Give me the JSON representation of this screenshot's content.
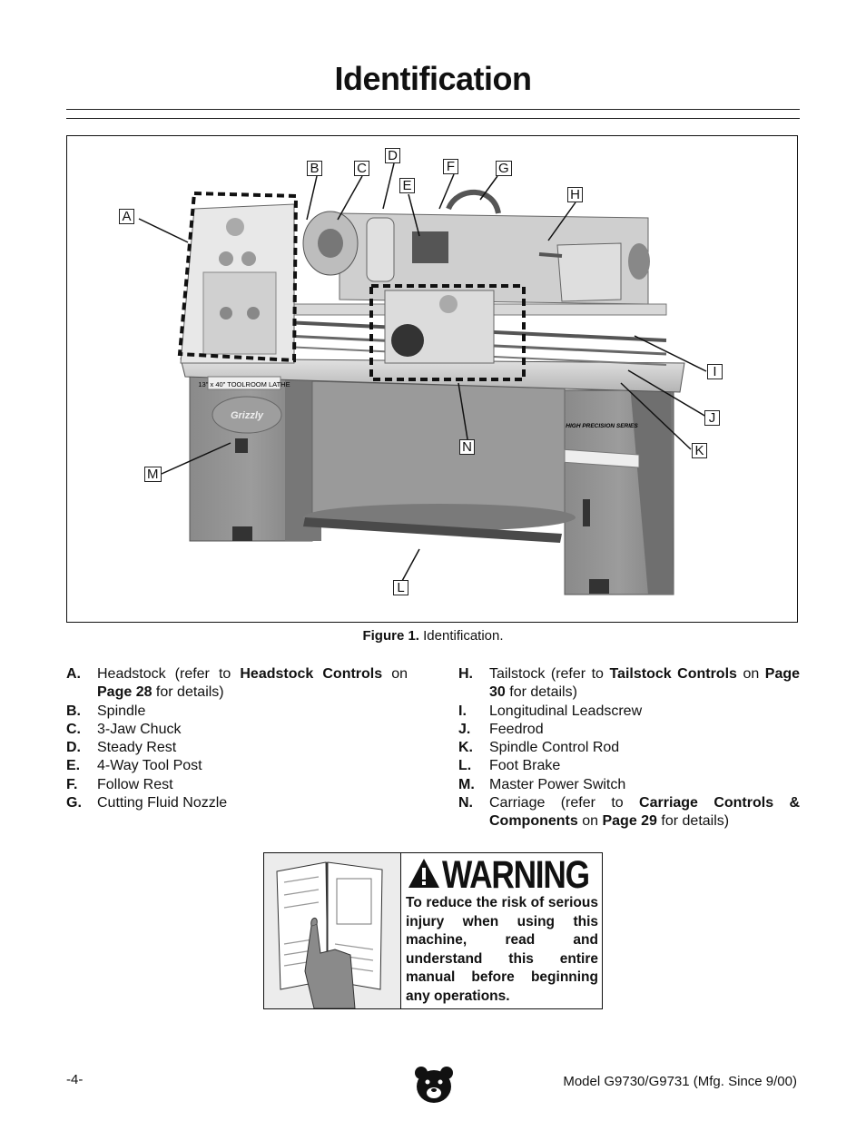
{
  "page": {
    "title": "Identification",
    "figure_caption_label": "Figure 1.",
    "figure_caption_text": "Identification."
  },
  "figure": {
    "callouts": [
      "A",
      "B",
      "C",
      "D",
      "E",
      "F",
      "G",
      "H",
      "I",
      "J",
      "K",
      "L",
      "M",
      "N"
    ],
    "machine_plate_text": "13\" x 40\" TOOLROOM LATHE",
    "brand_badge": "Grizzly",
    "series_badge": "HIGH PRECISION SERIES"
  },
  "parts_left": [
    {
      "letter": "A.",
      "pre": "Headstock (refer to ",
      "b1": "Headstock Controls",
      "mid": " on ",
      "b2": "Page 28",
      "post": " for details)"
    },
    {
      "letter": "B.",
      "pre": "Spindle"
    },
    {
      "letter": "C.",
      "pre": "3-Jaw Chuck"
    },
    {
      "letter": "D.",
      "pre": "Steady Rest"
    },
    {
      "letter": "E.",
      "pre": "4-Way Tool Post"
    },
    {
      "letter": "F.",
      "pre": "Follow Rest"
    },
    {
      "letter": "G.",
      "pre": "Cutting Fluid Nozzle"
    }
  ],
  "parts_right": [
    {
      "letter": "H.",
      "pre": "Tailstock (refer to ",
      "b1": "Tailstock Controls",
      "mid": " on ",
      "b2": "Page 30",
      "post": " for details)"
    },
    {
      "letter": "I.",
      "pre": "Longitudinal Leadscrew"
    },
    {
      "letter": "J.",
      "pre": "Feedrod"
    },
    {
      "letter": "K.",
      "pre": "Spindle Control Rod"
    },
    {
      "letter": "L.",
      "pre": "Foot Brake"
    },
    {
      "letter": "M.",
      "pre": "Master Power Switch"
    },
    {
      "letter": "N.",
      "pre": "Carriage (refer to ",
      "b1": "Carriage Controls & Components",
      "mid": " on ",
      "b2": "Page 29",
      "post": " for details)"
    }
  ],
  "warning": {
    "heading": "WARNING",
    "text": "To reduce the risk of serious injury when using this machine, read and understand this entire manual before beginning any operations."
  },
  "footer": {
    "page_number": "-4-",
    "model": "Model G9730/G9731 (Mfg. Since 9/00)",
    "logo_icon": "grizzly-bear-icon"
  }
}
